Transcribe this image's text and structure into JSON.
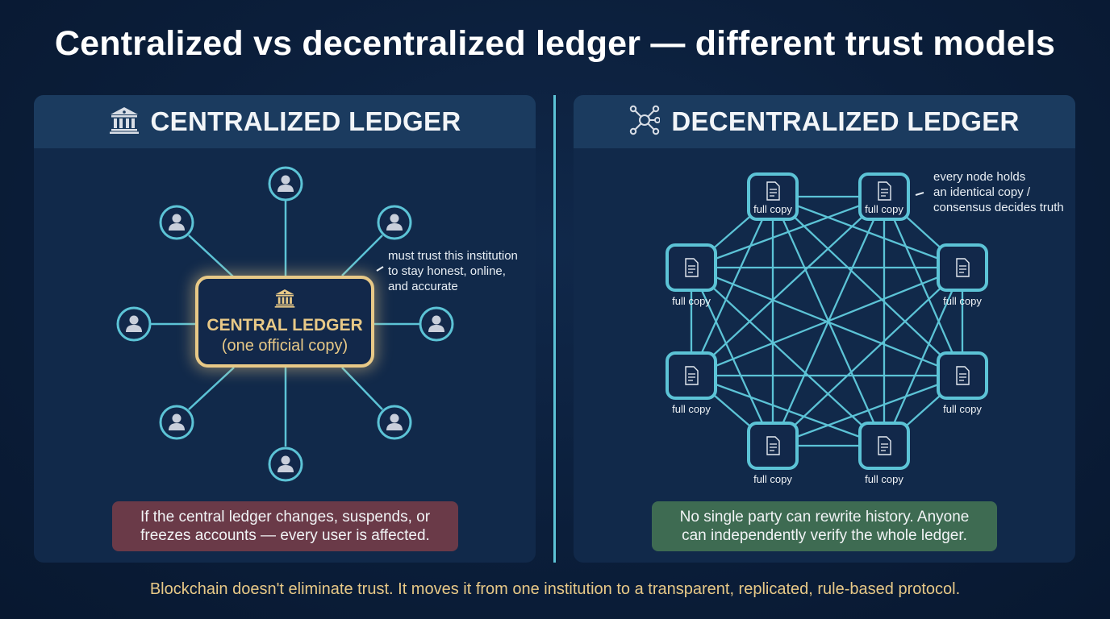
{
  "title": "Centralized vs decentralized ledger — different trust models",
  "colors": {
    "background": "#0b1e3a",
    "panel": "#11294a",
    "panel_header": "#1b3b5f",
    "accent_cyan": "#5cc3d6",
    "accent_gold": "#e8c987",
    "callout_red": "#6a3a48",
    "callout_green": "#3e6b52"
  },
  "left_panel": {
    "icon": "bank-icon",
    "header": "CENTRALIZED LEDGER",
    "central_node": {
      "icon": "bank-icon",
      "title": "CENTRAL LEDGER",
      "subtitle": "(one official copy)"
    },
    "users": [
      {
        "icon": "user-icon",
        "position": "top"
      },
      {
        "icon": "user-icon",
        "position": "top-left"
      },
      {
        "icon": "user-icon",
        "position": "top-right"
      },
      {
        "icon": "user-icon",
        "position": "left"
      },
      {
        "icon": "user-icon",
        "position": "right"
      },
      {
        "icon": "user-icon",
        "position": "bottom-left"
      },
      {
        "icon": "user-icon",
        "position": "bottom-right"
      },
      {
        "icon": "user-icon",
        "position": "bottom"
      }
    ],
    "annotation": [
      "must trust this institution",
      "to stay honest, online,",
      "and accurate"
    ],
    "callout": [
      "If the central ledger changes, suspends, or",
      "freezes accounts — every user is affected."
    ]
  },
  "right_panel": {
    "icon": "network-icon",
    "header": "DECENTRALIZED LEDGER",
    "nodes": [
      {
        "icon": "document-icon",
        "label": "full copy"
      },
      {
        "icon": "document-icon",
        "label": "full copy"
      },
      {
        "icon": "document-icon",
        "label": "full copy"
      },
      {
        "icon": "document-icon",
        "label": "full copy"
      },
      {
        "icon": "document-icon",
        "label": "full copy"
      },
      {
        "icon": "document-icon",
        "label": "full copy"
      },
      {
        "icon": "document-icon",
        "label": "full copy"
      },
      {
        "icon": "document-icon",
        "label": "full copy"
      }
    ],
    "annotation": [
      "every node holds",
      "an identical copy /",
      "consensus decides truth"
    ],
    "callout": [
      "No single party can rewrite history. Anyone",
      "can independently verify the whole ledger."
    ]
  },
  "footer": "Blockchain doesn't eliminate trust. It moves it from one institution to a transparent, replicated, rule-based protocol."
}
